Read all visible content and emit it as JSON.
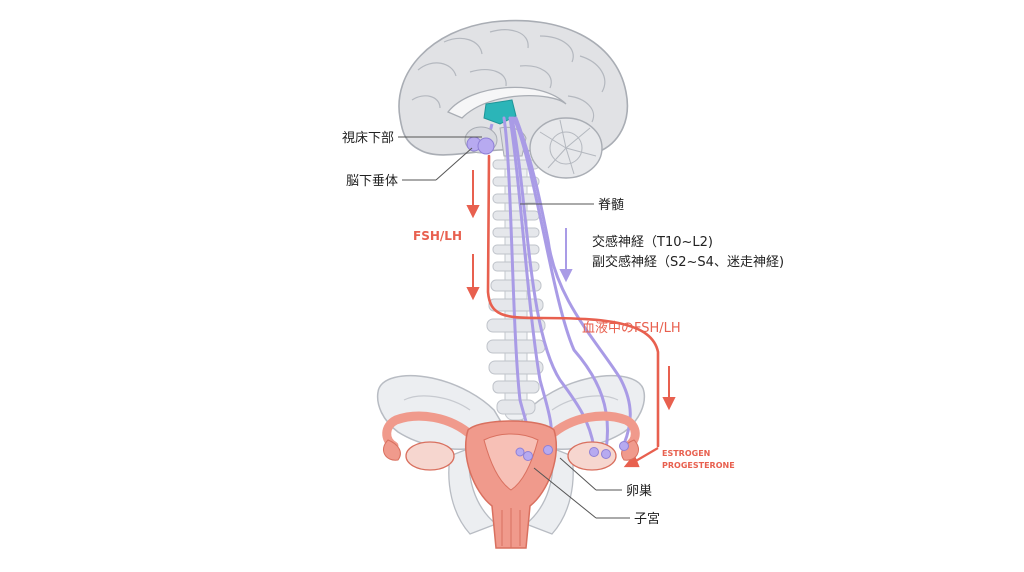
{
  "labels": {
    "hypothalamus": "視床下部",
    "pituitary": "脳下垂体",
    "spinal_cord": "脊髄",
    "sympathetic": "交感神経（T10~L2)",
    "parasympathetic": "副交感神経（S2~S4、迷走神経)",
    "fsh_lh": "FSH/LH",
    "blood_fsh_lh": "血液中のFSH/LH",
    "estrogen": "ESTROGEN",
    "progesterone": "PROGESTERONE",
    "ovary": "卵巣",
    "uterus": "子宮"
  },
  "colors": {
    "hormone_path": "#e8604f",
    "nerve_path": "#a99be6",
    "hypothalamus": "#2bb5b8",
    "uterus": "#f09a8c",
    "bone": "#e4e6ea",
    "brain": "#e1e2e5"
  }
}
